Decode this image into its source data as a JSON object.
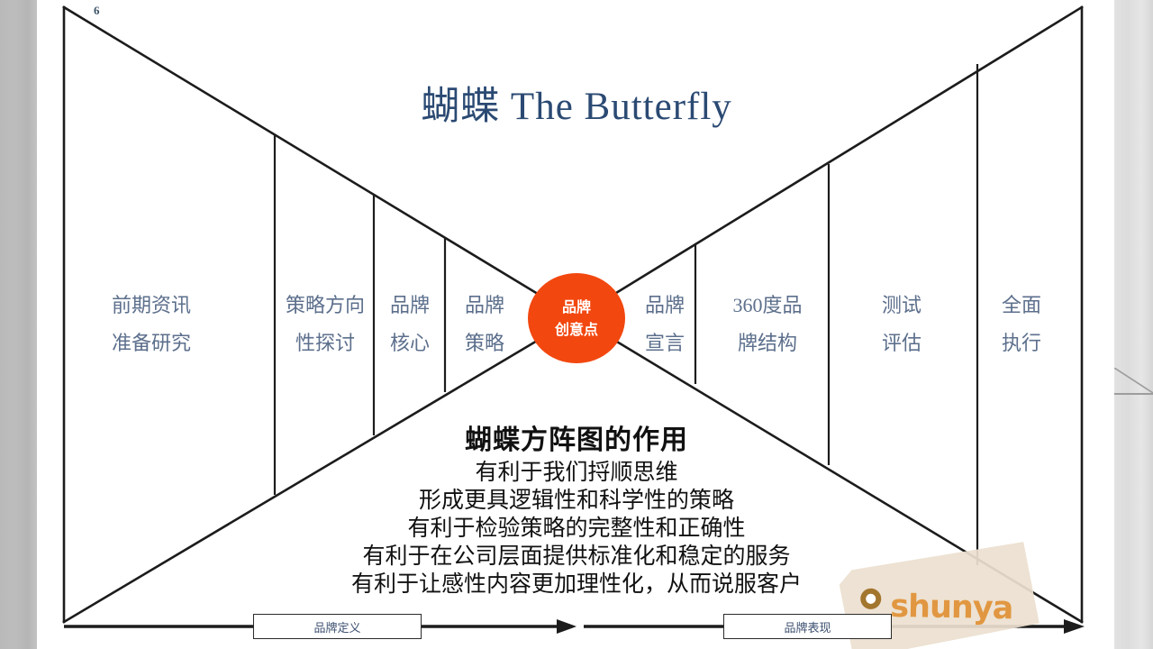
{
  "slide": {
    "page_number": "6",
    "title": "蝴蝶 The Butterfly"
  },
  "colors": {
    "title": "#2b4a73",
    "label": "#5c6f8c",
    "core_circle": "#f2470f",
    "core_text": "#ffffff",
    "line": "#1c1c1c",
    "body_text": "#111111",
    "watermark_tag": "#ece0cf",
    "watermark_text": "#e08b28",
    "band_left": "#bdbdbd",
    "band_right": "#e0e0e0"
  },
  "diagram": {
    "type": "bowtie-butterfly-matrix",
    "core": {
      "line1": "品牌",
      "line2": "创意点"
    },
    "segments": [
      {
        "id": "seg-1",
        "line1": "前期资讯",
        "line2": "准备研究"
      },
      {
        "id": "seg-2",
        "line1": "策略方向",
        "line2": "性探讨"
      },
      {
        "id": "seg-3",
        "line1": "品牌",
        "line2": "核心"
      },
      {
        "id": "seg-4",
        "line1": "品牌",
        "line2": "策略"
      },
      {
        "id": "seg-5",
        "line1": "品牌",
        "line2": "宣言"
      },
      {
        "id": "seg-6",
        "line1": "360度品",
        "line2": "牌结构"
      },
      {
        "id": "seg-7",
        "line1": "测试",
        "line2": "评估"
      },
      {
        "id": "seg-8",
        "line1": "全面",
        "line2": "执行"
      }
    ]
  },
  "axis": {
    "left_box": "品牌定义",
    "right_box": "品牌表现"
  },
  "notes": {
    "heading": "蝴蝶方阵图的作用",
    "lines": [
      "有利于我们捋顺思维",
      "形成更具逻辑性和科学性的策略",
      "有利于检验策略的完整性和正确性",
      "有利于在公司层面提供标准化和稳定的服务",
      "有利于让感性内容更加理性化，从而说服客户"
    ]
  },
  "watermark": {
    "text": "shunya"
  }
}
